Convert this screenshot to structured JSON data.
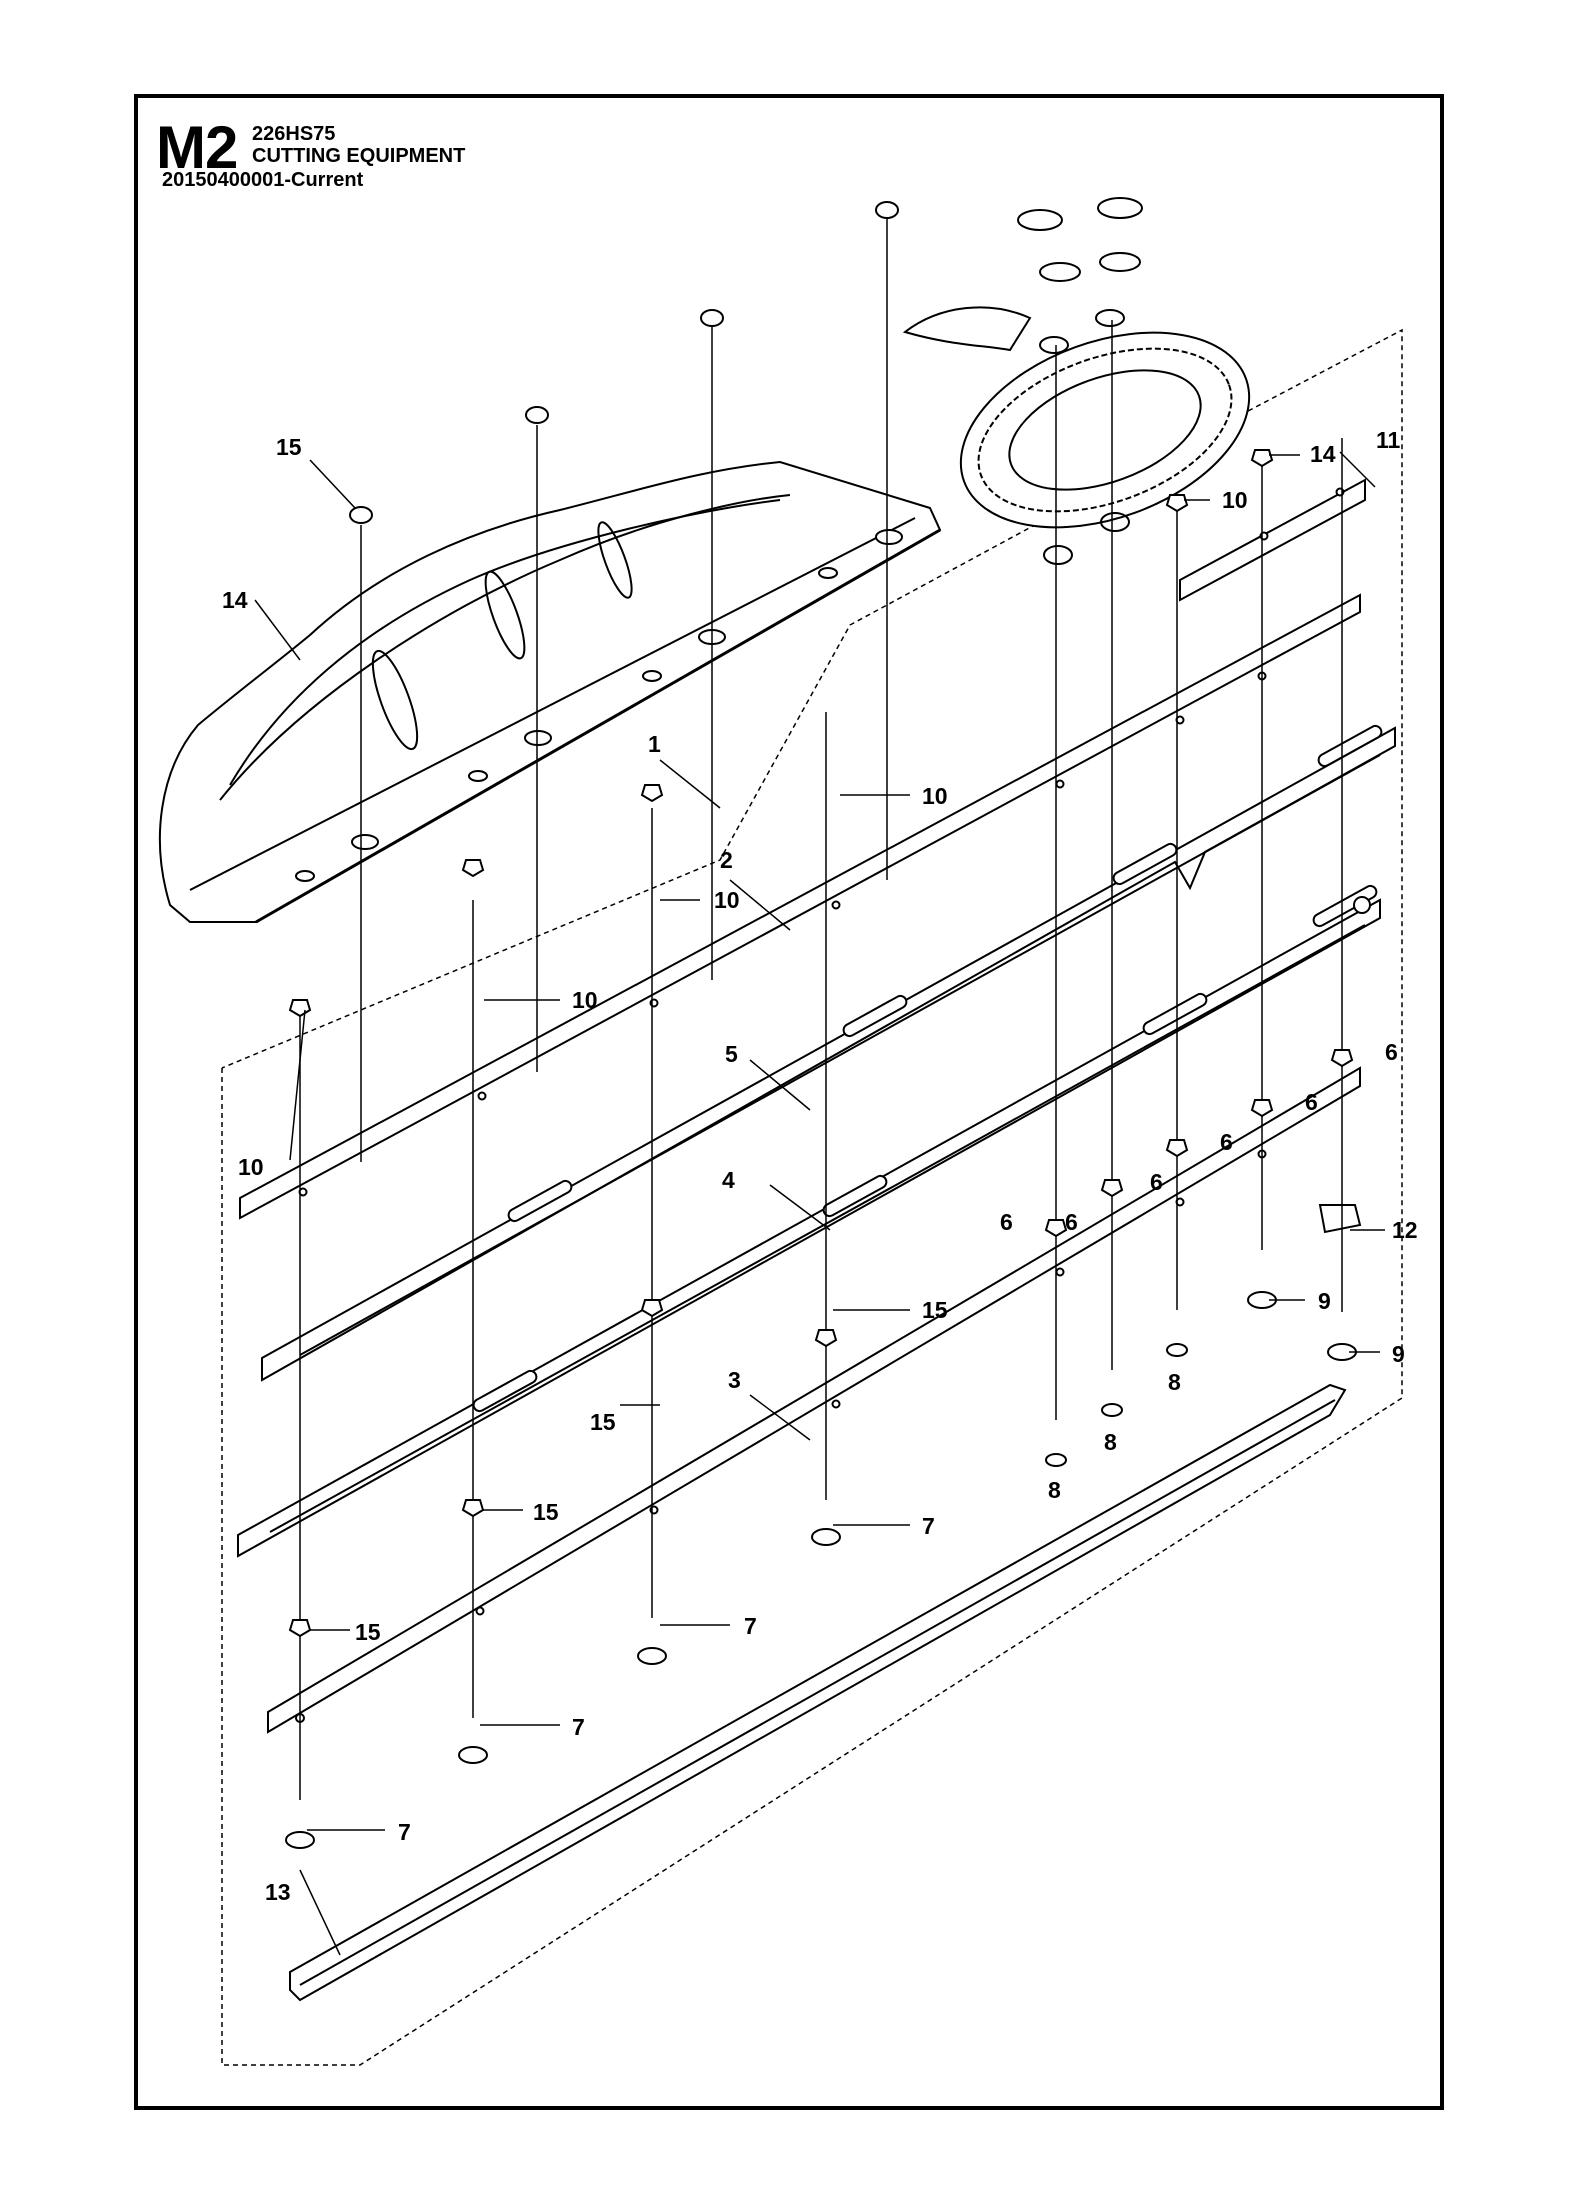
{
  "header": {
    "section_code": "M2",
    "model": "226HS75",
    "title": "CUTTING EQUIPMENT",
    "serial": "20150400001-Current"
  },
  "callouts": [
    {
      "num": "1"
    },
    {
      "num": "2"
    },
    {
      "num": "3"
    },
    {
      "num": "4"
    },
    {
      "num": "5"
    },
    {
      "num": "6"
    },
    {
      "num": "6"
    },
    {
      "num": "6"
    },
    {
      "num": "6"
    },
    {
      "num": "6"
    },
    {
      "num": "6"
    },
    {
      "num": "7"
    },
    {
      "num": "7"
    },
    {
      "num": "7"
    },
    {
      "num": "7"
    },
    {
      "num": "8"
    },
    {
      "num": "8"
    },
    {
      "num": "8"
    },
    {
      "num": "9"
    },
    {
      "num": "9"
    },
    {
      "num": "10"
    },
    {
      "num": "10"
    },
    {
      "num": "10"
    },
    {
      "num": "10"
    },
    {
      "num": "10"
    },
    {
      "num": "11"
    },
    {
      "num": "12"
    },
    {
      "num": "13"
    },
    {
      "num": "14"
    },
    {
      "num": "14"
    },
    {
      "num": "15"
    },
    {
      "num": "15"
    },
    {
      "num": "15"
    },
    {
      "num": "15"
    },
    {
      "num": "15"
    }
  ]
}
